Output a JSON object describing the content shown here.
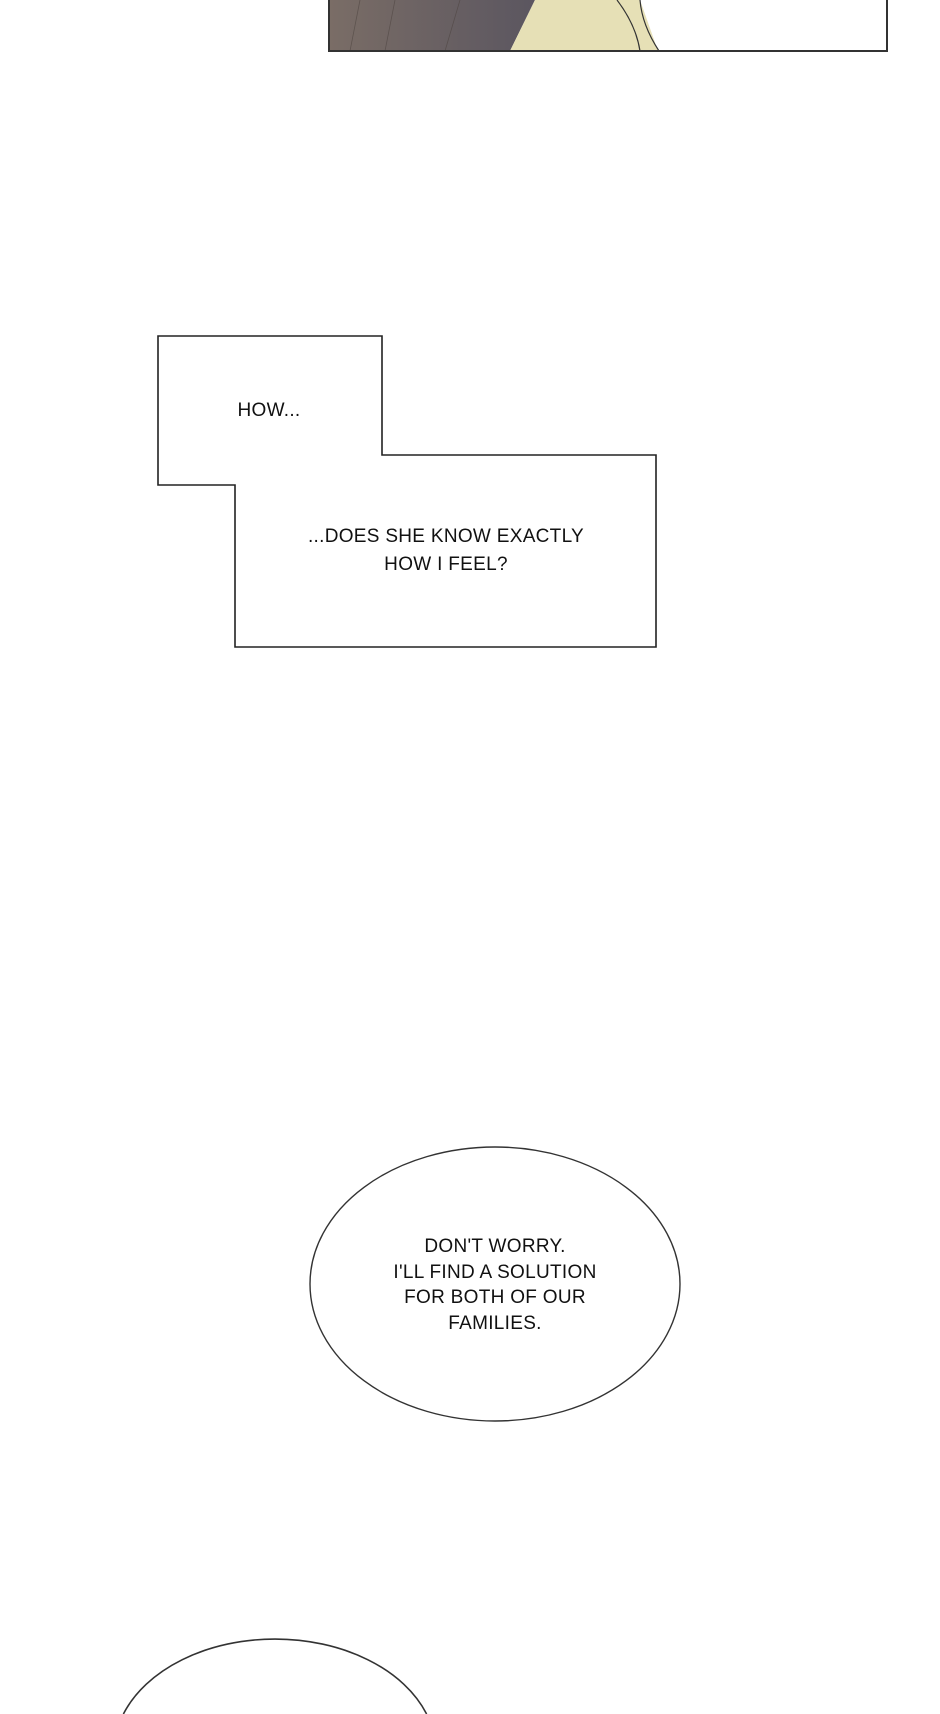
{
  "panels": {
    "caption_box": {
      "line1": "HOW...",
      "line2": "...DOES SHE KNOW EXACTLY",
      "line3": "HOW I FEEL?"
    },
    "speech_bubble": {
      "lines": [
        "DON'T WORRY.",
        "I'LL FIND A SOLUTION",
        "FOR BOTH OF OUR",
        "FAMILIES."
      ]
    }
  },
  "colors": {
    "ink": "#222222",
    "hair": "#6f6460",
    "shirt": "#e6e0b6"
  }
}
